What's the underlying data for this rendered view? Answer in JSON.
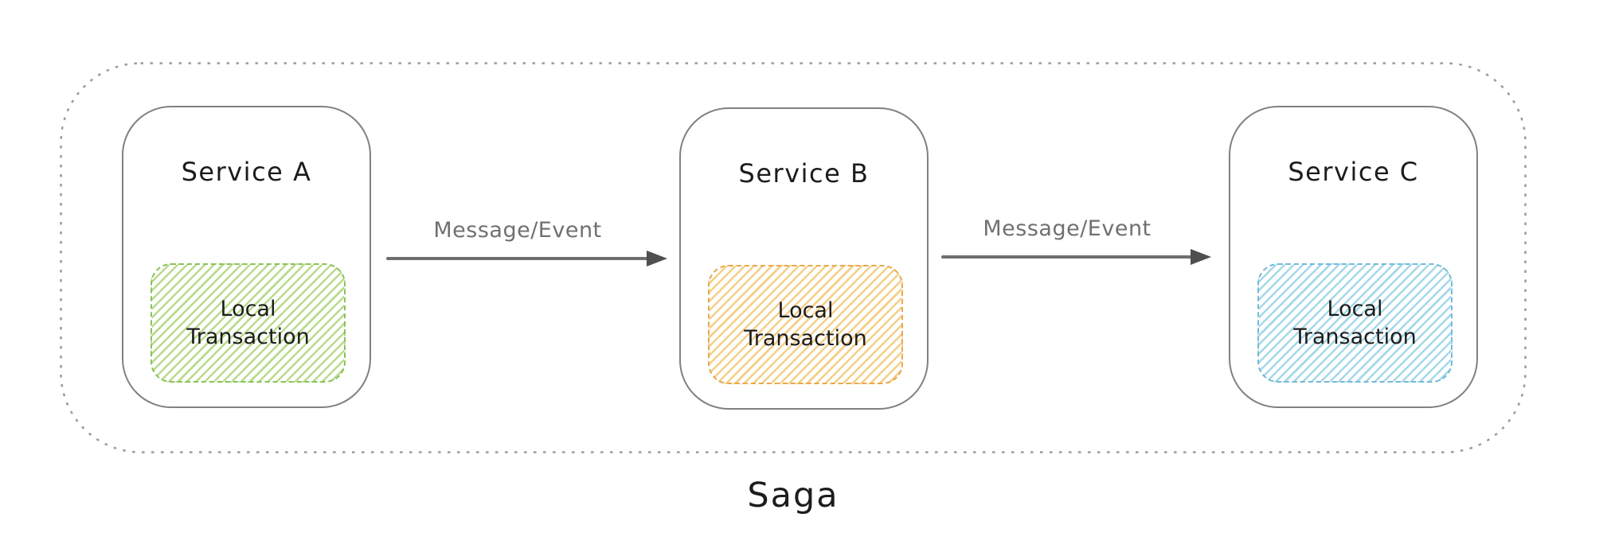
{
  "diagram_label": "Saga",
  "services": [
    {
      "name": "Service A",
      "transaction_label": "Local Transaction",
      "hatch": "green"
    },
    {
      "name": "Service B",
      "transaction_label": "Local Transaction",
      "hatch": "orange"
    },
    {
      "name": "Service C",
      "transaction_label": "Local Transaction",
      "hatch": "blue"
    }
  ],
  "arrows": [
    {
      "label": "Message/Event"
    },
    {
      "label": "Message/Event"
    }
  ],
  "colors": {
    "outer-border": "#9a9a9a",
    "service-border": "#818181",
    "text-dark": "#1c1c1c",
    "arrow-line": "#6f6f6f",
    "arrow-head": "#4f4f4f",
    "arrow-label": "#707070",
    "green-hatch": "#b8db8d",
    "green-dash": "#8ac257",
    "orange-hatch": "#f4cf87",
    "orange-dash": "#e9a84c",
    "blue-hatch": "#a5d8e8",
    "blue-dash": "#74bad8"
  }
}
